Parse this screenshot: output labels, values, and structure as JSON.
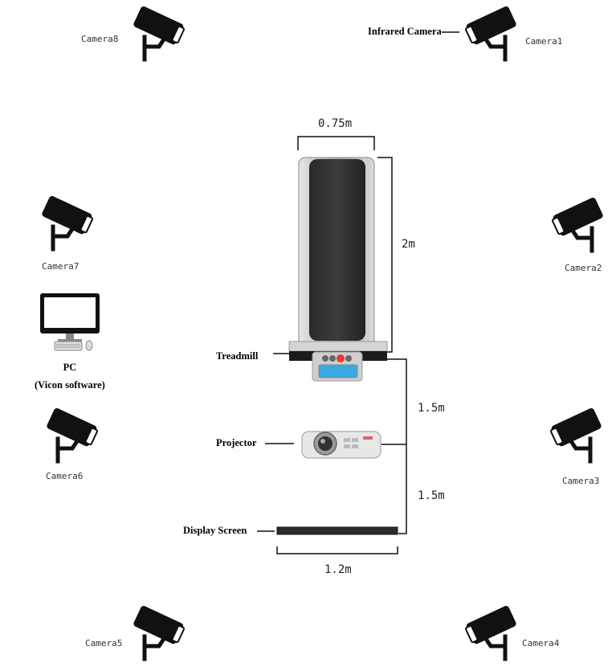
{
  "cameras": {
    "camera1": "Camera1",
    "camera2": "Camera2",
    "camera3": "Camera3",
    "camera4": "Camera4",
    "camera5": "Camera5",
    "camera6": "Camera6",
    "camera7": "Camera7",
    "camera8": "Camera8"
  },
  "labels": {
    "infrared_camera": "Infrared Camera",
    "treadmill": "Treadmill",
    "pc": "PC",
    "pc_software": "(Vicon software)",
    "projector": "Projector",
    "display_screen": "Display Screen"
  },
  "dimensions": {
    "treadmill_width": "0.75m",
    "treadmill_length": "2m",
    "treadmill_to_projector": "1.5m",
    "projector_to_screen": "1.5m",
    "screen_width": "1.2m"
  },
  "icons": {
    "camera": "security-camera-icon",
    "computer": "desktop-computer-icon",
    "treadmill": "treadmill-icon",
    "projector": "projector-icon",
    "screen": "display-screen-icon"
  }
}
